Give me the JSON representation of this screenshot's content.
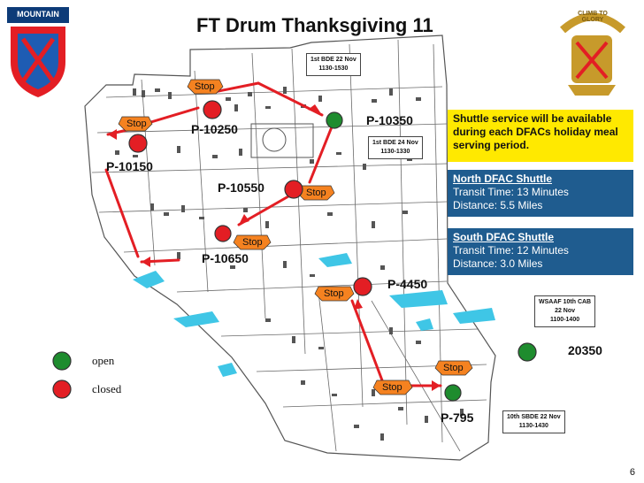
{
  "title": "FT Drum Thanksgiving 11",
  "logos": {
    "left_text": "MOUNTAIN",
    "right_text": "CLIMB TO GLORY"
  },
  "colors": {
    "route": "#e31e24",
    "open": "#1e8c2e",
    "closed": "#e31e24",
    "stop_sign": "#f58220",
    "info_blue": "#1f5c8f",
    "info_yellow": "#ffe900",
    "water": "#3fc6e6",
    "roads": "#6a6a6a"
  },
  "stop_label": "Stop",
  "locations": [
    {
      "id": "P-10350",
      "label": "P-10350",
      "status": "open"
    },
    {
      "id": "P-10250",
      "label": "P-10250",
      "status": "closed"
    },
    {
      "id": "P-10150",
      "label": "P-10150",
      "status": "closed"
    },
    {
      "id": "P-10550",
      "label": "P-10550",
      "status": "closed"
    },
    {
      "id": "P-10650",
      "label": "P-10650",
      "status": "closed"
    },
    {
      "id": "P-4450",
      "label": "P-4450",
      "status": "closed"
    },
    {
      "id": "P-795",
      "label": "P-795",
      "status": "open"
    },
    {
      "id": "20350",
      "label": "20350",
      "status": "open"
    }
  ],
  "notes": {
    "bde1_22": {
      "line1": "1st BDE 22 Nov",
      "line2": "1130-1530"
    },
    "bde1_24": {
      "line1": "1st BDE 24 Nov",
      "line2": "1130-1330"
    },
    "wsaaf": {
      "line1": "WSAAF 10th CAB",
      "line2": "22 Nov",
      "line3": "1100-1400"
    },
    "sbde10": {
      "line1": "10th SBDE 22 Nov",
      "line2": "1130-1430"
    }
  },
  "info": {
    "shuttle_service": "Shuttle service will be available during each DFACs holiday meal serving period.",
    "north": {
      "heading": "North DFAC Shuttle",
      "transit": "Transit Time: 13 Minutes",
      "distance": "Distance: 5.5 Miles"
    },
    "south": {
      "heading": "South DFAC Shuttle",
      "transit": "Transit Time: 12 Minutes",
      "distance": "Distance: 3.0 Miles"
    }
  },
  "legend": {
    "open": "open",
    "closed": "closed"
  },
  "page_number": "6"
}
